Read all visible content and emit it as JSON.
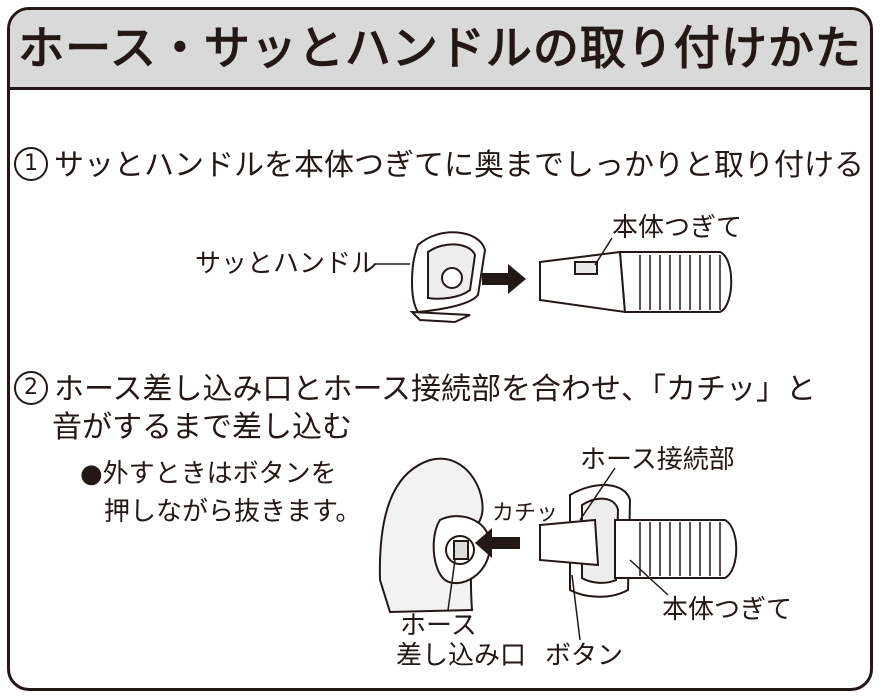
{
  "title": "ホース・サッとハンドルの取り付けかた",
  "step1": {
    "number": "1",
    "text": "サッとハンドルを本体つぎてに奥までしっかりと取り付ける",
    "label_handle": "サッとハンドル",
    "label_joint": "本体つぎて"
  },
  "step2": {
    "number": "2",
    "text_line1": "ホース差し込み口とホース接続部を合わせ、「カチッ」と",
    "text_line2": "音がするまで差し込む",
    "note_line1": "●外すときはボタンを",
    "note_line2": "押しながら抜きます。",
    "label_connector": "ホース接続部",
    "label_click": "カチッ",
    "label_joint": "本体つぎて",
    "label_inlet_line1": "ホース",
    "label_inlet_line2": "差し込み口",
    "label_button": "ボタン"
  }
}
